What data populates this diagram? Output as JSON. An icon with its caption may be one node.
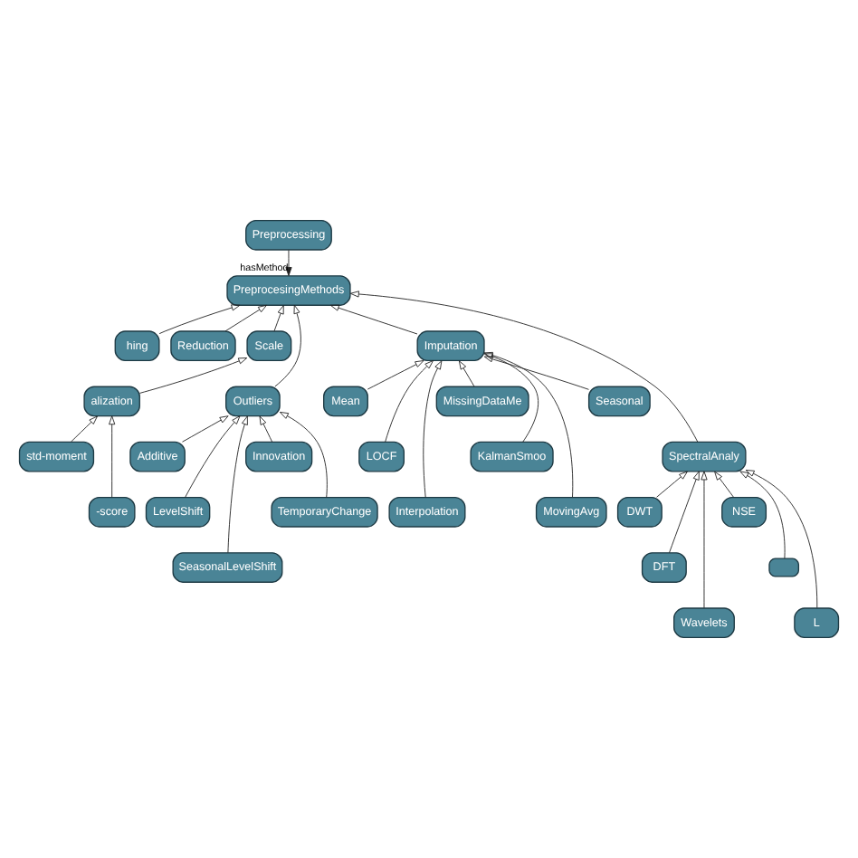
{
  "diagram": {
    "nodes": [
      {
        "text": [
          "Preprocessing"
        ]
      },
      {
        "text": [
          "PreprocesingMethods"
        ]
      },
      {
        "text": [
          "hing"
        ]
      },
      {
        "text": [
          "Reduction"
        ]
      },
      {
        "text": [
          "alization"
        ]
      },
      {
        "text": [
          "Scale"
        ]
      },
      {
        "text": [
          "std-moment"
        ]
      },
      {
        "text": [
          "-score"
        ]
      },
      {
        "text": [
          "Outliers"
        ]
      },
      {
        "text": [
          "Additive"
        ]
      },
      {
        "text": [
          "LevelShift"
        ]
      },
      {
        "text": [
          "SeasonalLevelShift"
        ]
      },
      {
        "text": [
          "Innovation"
        ]
      },
      {
        "text": [
          "TemporaryChange"
        ]
      },
      {
        "text": [
          "Imputation"
        ]
      },
      {
        "text": [
          "Mean"
        ]
      },
      {
        "text": [
          "LOCF"
        ]
      },
      {
        "text": [
          "Interpolation"
        ]
      },
      {
        "text": [
          "MissingDataMe"
        ]
      },
      {
        "text": [
          "KalmanSmoo"
        ]
      },
      {
        "text": [
          "MovingAvg"
        ]
      },
      {
        "text": [
          "Seasonal"
        ]
      },
      {
        "text": [
          "SpectralAnaly"
        ]
      },
      {
        "text": [
          "DWT"
        ]
      },
      {
        "text": [
          "DFT"
        ]
      },
      {
        "text": [
          "Wavelets"
        ]
      },
      {
        "text": [
          "NSE"
        ]
      },
      {
        "text": [],
        "shape": "box"
      },
      {
        "text": [
          "L"
        ]
      }
    ],
    "edges": [
      {
        "from": 0,
        "to": 1,
        "arrow": "to",
        "label": "hasMethod"
      },
      {
        "from": 2,
        "to": 1,
        "arrow": "to"
      },
      {
        "from": 3,
        "to": 1,
        "arrow": "to"
      },
      {
        "from": 5,
        "to": 1,
        "arrow": "to"
      },
      {
        "from": 8,
        "to": 1,
        "arrow": "to"
      },
      {
        "from": 22,
        "to": 1,
        "arrow": "to"
      },
      {
        "from": 14,
        "to": 1,
        "arrow": "to"
      },
      {
        "from": 4,
        "to": 5,
        "arrow": "to"
      },
      {
        "from": 6,
        "to": 4,
        "arrow": "to"
      },
      {
        "from": 7,
        "to": 4,
        "arrow": "to"
      },
      {
        "from": 9,
        "to": 8,
        "arrow": "to"
      },
      {
        "from": 10,
        "to": 8,
        "arrow": "to"
      },
      {
        "from": 11,
        "to": 8,
        "arrow": "to"
      },
      {
        "from": 12,
        "to": 8,
        "arrow": "to"
      },
      {
        "from": 13,
        "to": 8,
        "arrow": "to"
      },
      {
        "from": 15,
        "to": 14,
        "arrow": "to"
      },
      {
        "from": 16,
        "to": 14,
        "arrow": "to"
      },
      {
        "from": 17,
        "to": 14,
        "arrow": "to"
      },
      {
        "from": 18,
        "to": 14,
        "arrow": "to"
      },
      {
        "from": 19,
        "to": 14,
        "arrow": "to"
      },
      {
        "from": 20,
        "to": 14,
        "arrow": "to"
      },
      {
        "from": 21,
        "to": 14,
        "arrow": "to"
      },
      {
        "from": 23,
        "to": 22,
        "arrow": "to"
      },
      {
        "from": 24,
        "to": 22,
        "arrow": "to"
      },
      {
        "from": 25,
        "to": 22,
        "arrow": "to"
      },
      {
        "from": 26,
        "to": 22,
        "arrow": "to"
      },
      {
        "from": 27,
        "to": 22,
        "arrow": "to"
      },
      {
        "from": 28,
        "to": 22,
        "arrow": "to"
      }
    ]
  }
}
